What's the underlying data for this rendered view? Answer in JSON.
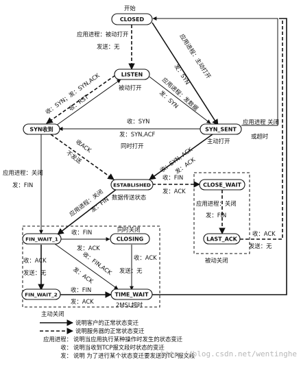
{
  "title": "TCP状态转换图",
  "start_label": "开始",
  "states": {
    "closed": "CLOSED",
    "listen": "LISTEN",
    "syn_rcvd": "SYN收到",
    "syn_sent": "SYN_SENT",
    "established": "ESTABLISHED",
    "close_wait": "CLOSE_WAIT",
    "last_ack": "LAST_ACK",
    "fin_wait_1": "FIN_WAIT_1",
    "closing": "CLOSING",
    "fin_wait_2": "FIN_WAIT_2",
    "time_wait": "TIME_WAIT"
  },
  "labels": {
    "passive_open_app": "应用进程：被动打开",
    "passive_open_send": "发送：无",
    "active_open_1": "应用进程：主动打开",
    "active_open_2": "发：SYN",
    "app_send_data_1": "应用进程：发数据",
    "app_send_data_2": "发：SYN",
    "listen_state": "被动打开",
    "listen_recv_syn": "收：SYN；发：SYN,ACK",
    "recv_rst": "收：RST",
    "simul_recv": "收：SYN",
    "simul_send": "发：SYN,ACF",
    "simul_open": "同时打开",
    "app_close": "应用进程 关闭",
    "timeout": "或超时",
    "active_open": "主动打开",
    "recv_ack": "收ACK",
    "no_send": "不发送",
    "recv_synack": "收：SYN, ACK",
    "send_ack": "发：ACK",
    "syn_rcvd_close_1": "应用进程：关闭",
    "syn_rcvd_close_2": "发：FIN",
    "est_close": "应用进程：关闭",
    "est_send_fin": "发：FIN",
    "data_transfer": "数据传送状态",
    "est_recv_fin": "收：FIN",
    "est_send_ack": "发：ACK",
    "cw_close_1": "应用进程：关闭",
    "cw_close_2": "发：FIN",
    "la_recv_ack": "收：ACK",
    "la_send_none": "发送：无",
    "passive_close": "被动关闭",
    "simul_close": "同时关闭",
    "fw1_recv_fin": "收：FIN",
    "fw1_send_ack": "发：ACK",
    "fw1_recv_ack": "收：ACK",
    "fw1_send_none": "发送：无",
    "fw1_recv_finack": "收：FIN,ACK",
    "fw1_send_ack2": "发：ACK",
    "cl_recv_ack": "收：ACK",
    "cl_send_none": "发送：无",
    "fw2_recv_fin": "收：FIN",
    "fw2_send_ack": "发：ACK",
    "msl_timeout": "2MSL超时",
    "active_close": "主动关闭"
  },
  "legend": {
    "client": "说明客户的正常状态变迁",
    "server": "说明服务器的正常状态变迁",
    "app_key": "应用进程：",
    "app_desc": "说明当应用执行某种操作时发生的状态变迁",
    "recv_key": "收：",
    "recv_desc": "说明当收到TCP报文段时状态的变迁",
    "send_key": "发：",
    "send_desc": "说明 为了进行某个状态变迁要发送的TCP报文段"
  },
  "watermark": "http://blog.csdn.net/wentinghe"
}
